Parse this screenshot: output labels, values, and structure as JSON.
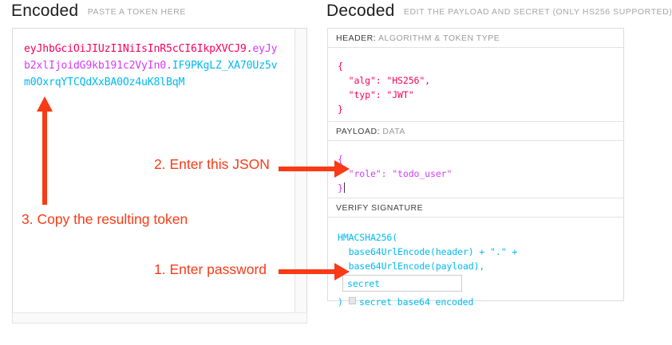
{
  "encoded": {
    "heading": "Encoded",
    "subheading": "PASTE A TOKEN HERE",
    "token": {
      "header_b64": "eyJhbGciOiJIUzI1NiIsInR5cCI6IkpXVCJ9",
      "payload_b64": "eyJyb2xlIjoidG9kb191c2VyIn0",
      "signature_b64": "IF9PKgLZ_XA70Uz5vm0OxrqYTCQdXxBA0Oz4uK8lBqM",
      "separator": "."
    },
    "colors": {
      "header": "#fb015b",
      "payload": "#d63aff",
      "signature": "#00b9f1"
    }
  },
  "decoded": {
    "heading": "Decoded",
    "subheading": "EDIT THE PAYLOAD AND SECRET (ONLY HS256 SUPPORTED)",
    "sections": {
      "header": {
        "label_bold": "HEADER:",
        "label_rest": "ALGORITHM & TOKEN TYPE",
        "content": "{\n  \"alg\": \"HS256\",\n  \"typ\": \"JWT\"\n}"
      },
      "payload": {
        "label_bold": "PAYLOAD:",
        "label_rest": "DATA",
        "content": "{\n  \"role\": \"todo_user\"\n}"
      },
      "signature": {
        "label_bold": "VERIFY SIGNATURE",
        "label_rest": "",
        "line1": "HMACSHA256(",
        "line2": "  base64UrlEncode(header) + \".\" +",
        "line3": "  base64UrlEncode(payload),",
        "secret_value": "secret",
        "closing_paren": ")",
        "base64_label": "secret base64 encoded",
        "base64_checked": false
      }
    }
  },
  "annotations": {
    "step1": "1. Enter password",
    "step2": "2. Enter this JSON",
    "step3": "3. Copy the resulting token",
    "color": "#f93a16"
  }
}
